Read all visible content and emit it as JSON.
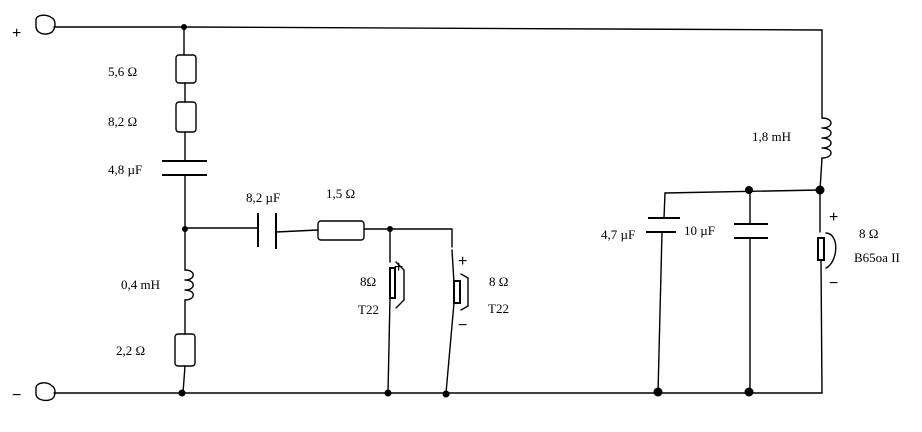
{
  "labels": {
    "plus": "+",
    "minus": "−",
    "r1": "5,6 Ω",
    "r2": "8,2 Ω",
    "c1": "4,8 µF",
    "c2": "8,2 µF",
    "r3": "1,5 Ω",
    "l1": "0,4 mH",
    "r4": "2,2 Ω",
    "tw1_imp": "8Ω",
    "tw1_type": "T22",
    "tw2_imp": "8 Ω",
    "tw2_type": "T22",
    "tw2_plus": "+",
    "tw2_minus": "−",
    "tw1_plus": "+",
    "c3": "4,7 µF",
    "c4": "10 µF",
    "l2": "1,8 mH",
    "woofer_imp": "8 Ω",
    "woofer_type": "B65oa II",
    "woofer_plus": "+",
    "woofer_minus": "−"
  }
}
